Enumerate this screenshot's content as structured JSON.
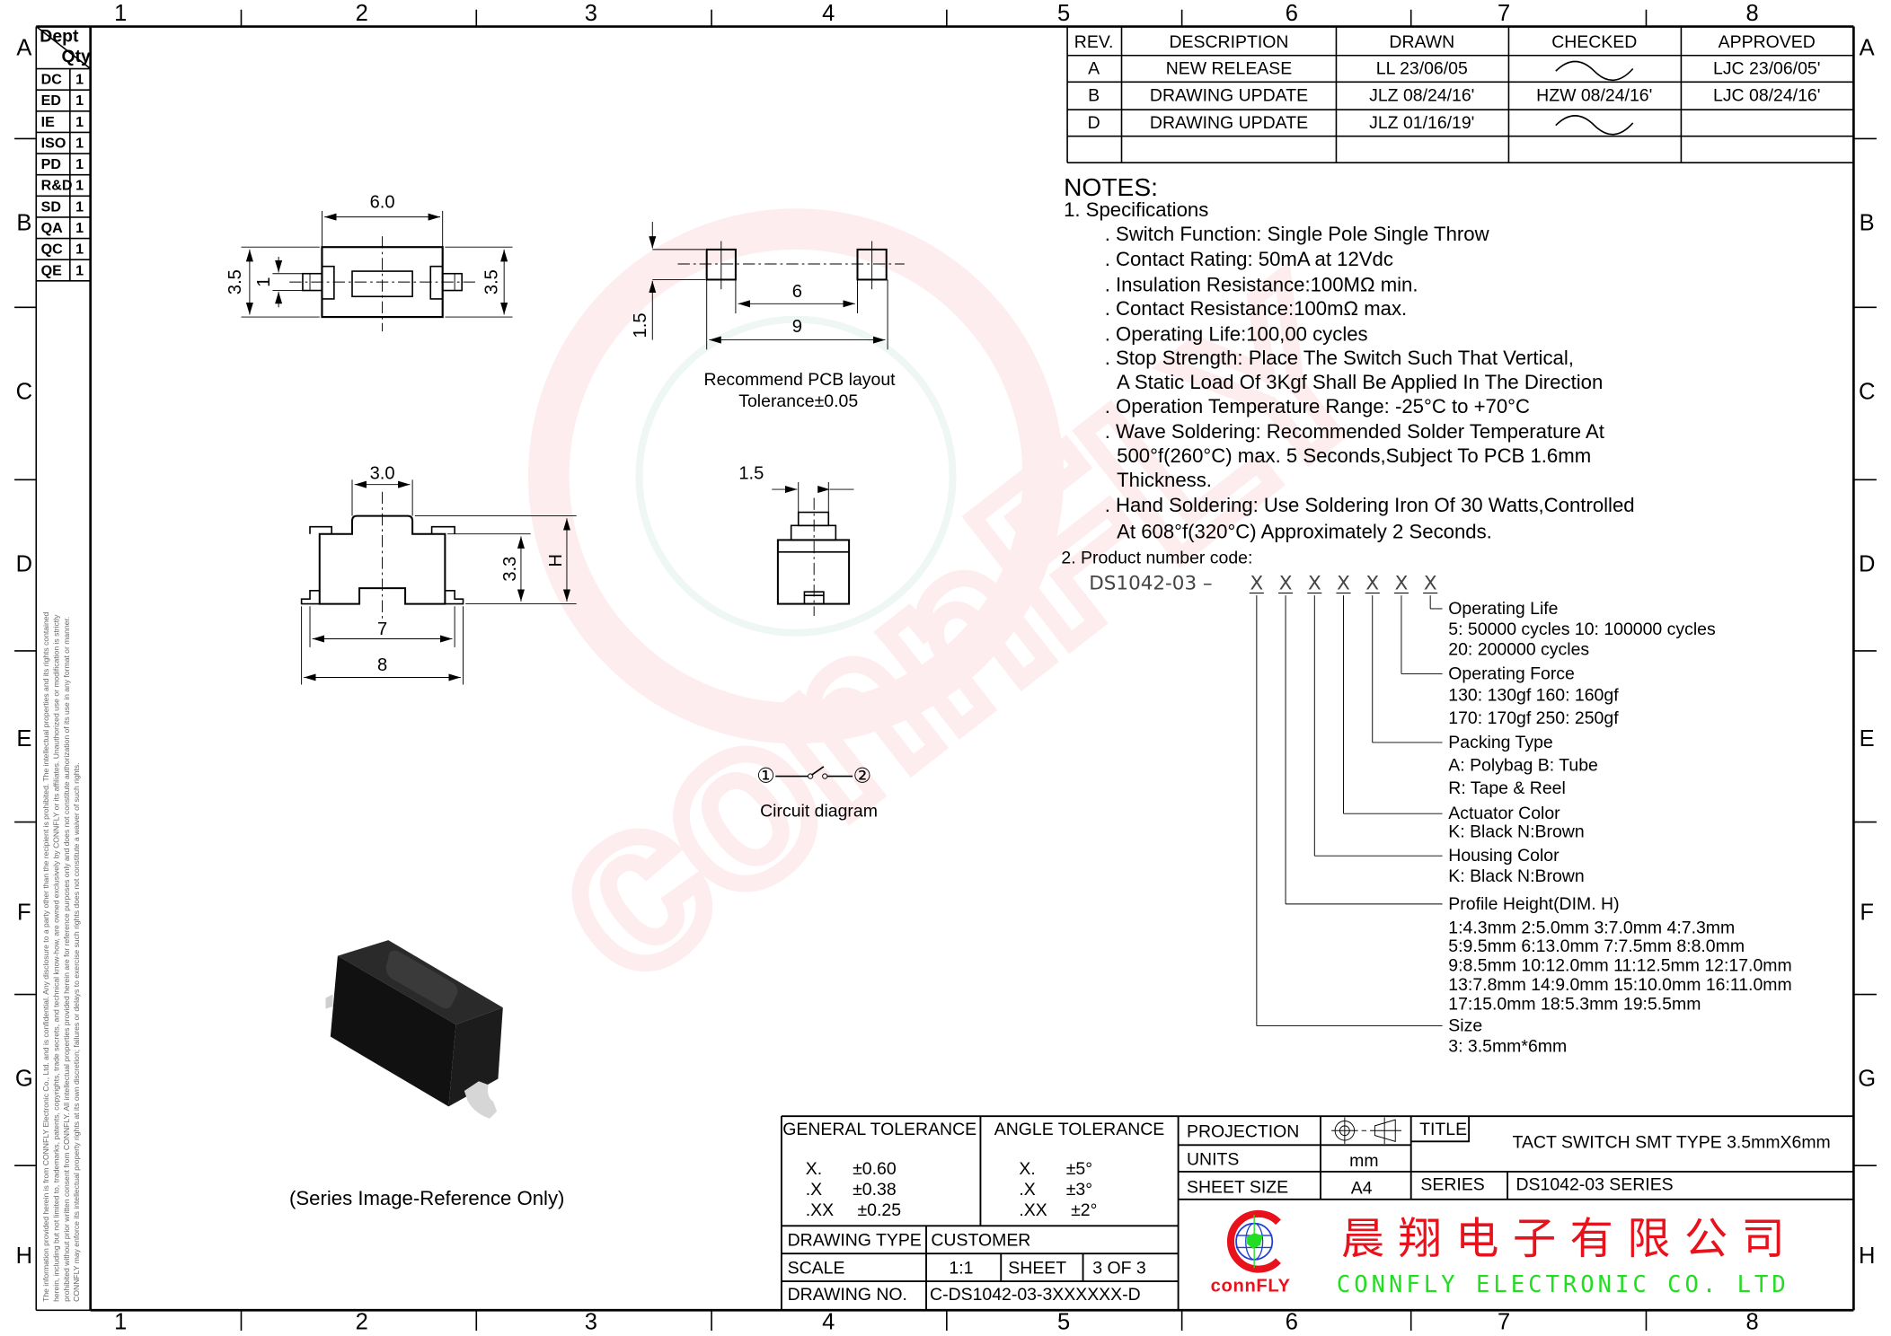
{
  "zones": {
    "columns": [
      "1",
      "2",
      "3",
      "4",
      "5",
      "6",
      "7",
      "8"
    ],
    "rows": [
      "A",
      "B",
      "C",
      "D",
      "E",
      "F",
      "G",
      "H"
    ]
  },
  "dept_table": {
    "header_dept": "Dept",
    "header_qty": "Qty",
    "rows": [
      {
        "dept": "DC",
        "qty": "1"
      },
      {
        "dept": "ED",
        "qty": "1"
      },
      {
        "dept": "IE",
        "qty": "1"
      },
      {
        "dept": "ISO",
        "qty": "1"
      },
      {
        "dept": "PD",
        "qty": "1"
      },
      {
        "dept": "R&D",
        "qty": "1"
      },
      {
        "dept": "SD",
        "qty": "1"
      },
      {
        "dept": "QA",
        "qty": "1"
      },
      {
        "dept": "QC",
        "qty": "1"
      },
      {
        "dept": "QE",
        "qty": "1"
      }
    ]
  },
  "disclaimer": [
    "The information provided herein is from CONNFLY Electronic Co., Ltd. and is confidential. Any disclosure to a party other than the recipient is prohibited. The intellectual properties and its rights contained",
    "herein, including but not limited to, trademarks, patents, copyrights, trade secrets, and technical know-how, are owned exclusively by CONNFLY or its affiliates. Unauthorized use or modification is strictly",
    "prohibited without prior written consent from CONNFLY. All intellectual properties provided herein are for reference purposes only and does not constitute authorization of its use in any format or manner.",
    "CONNFLY may enforce its intellectual property rights at its own discretion; failures or delays to exercise such rights does not constitute a waiver of such rights."
  ],
  "revision_table": {
    "headers": [
      "REV.",
      "DESCRIPTION",
      "DRAWN",
      "CHECKED",
      "APPROVED"
    ],
    "rows": [
      {
        "rev": "A",
        "description": "NEW RELEASE",
        "drawn": "LL 23/06/05",
        "checked": "",
        "checked_signature": true,
        "approved": "LJC 23/06/05'"
      },
      {
        "rev": "B",
        "description": "DRAWING UPDATE",
        "drawn": "JLZ 08/24/16'",
        "checked": "HZW 08/24/16'",
        "checked_signature": false,
        "approved": "LJC 08/24/16'"
      },
      {
        "rev": "D",
        "description": "DRAWING UPDATE",
        "drawn": "JLZ 01/16/19'",
        "checked": "",
        "checked_signature": true,
        "approved": ""
      },
      {
        "rev": "",
        "description": "",
        "drawn": "",
        "checked": "",
        "checked_signature": false,
        "approved": ""
      }
    ]
  },
  "notes": {
    "title": "NOTES:",
    "section1": "1. Specifications",
    "items": [
      [
        ". Switch Function: Single Pole Single Throw"
      ],
      [
        ". Contact Rating: 50mA at 12Vdc"
      ],
      [
        ". Insulation Resistance:100MΩ min."
      ],
      [
        ". Contact Resistance:100mΩ max."
      ],
      [
        ". Operating Life:100,00 cycles"
      ],
      [
        ". Stop Strength: Place The Switch Such That Vertical,",
        "A Static Load Of 3Kgf Shall Be Applied In The Direction"
      ],
      [
        ". Operation Temperature Range: -25°C to +70°C"
      ],
      [
        ". Wave Soldering: Recommended Solder Temperature At",
        "500°f(260°C) max. 5 Seconds,Subject To PCB 1.6mm",
        "Thickness."
      ],
      [
        ". Hand Soldering: Use Soldering Iron Of 30 Watts,Controlled",
        "At 608°f(320°C) Approximately 2 Seconds."
      ]
    ],
    "section2": "2. Product number code:"
  },
  "product_code": {
    "prefix": "DS1042-03 –",
    "placeholders": [
      "X",
      "X",
      "X",
      "X",
      "X",
      "X",
      "X"
    ],
    "fields": [
      {
        "title": "Operating Life",
        "lines": [
          "5: 50000 cycles    10: 100000 cycles",
          "20: 200000 cycles"
        ]
      },
      {
        "title": "Operating Force",
        "lines": [
          "130: 130gf  160: 160gf",
          "170: 170gf  250: 250gf"
        ]
      },
      {
        "title": "Packing Type",
        "lines": [
          "A: Polybag   B: Tube",
          "R: Tape & Reel"
        ]
      },
      {
        "title": "Actuator Color",
        "lines": [
          "K: Black   N:Brown"
        ]
      },
      {
        "title": "Housing Color",
        "lines": [
          "K: Black   N:Brown"
        ]
      },
      {
        "title": "Profile Height(DIM. H)",
        "lines": [
          "1:4.3mm  2:5.0mm   3:7.0mm  4:7.3mm",
          "5:9.5mm  6:13.0mm  7:7.5mm  8:8.0mm",
          " 9:8.5mm   10:12.0mm  11:12.5mm 12:17.0mm",
          "13:7.8mm  14:9.0mm  15:10.0mm  16:11.0mm",
          "17:15.0mm  18:5.3mm  19:5.5mm"
        ]
      },
      {
        "title": "Size",
        "lines": [
          "3: 3.5mm*6mm"
        ]
      }
    ]
  },
  "drawings": {
    "top_view": {
      "width": "6.0",
      "height_left": "3.5",
      "terminal": "1",
      "height_right": "3.5"
    },
    "pcb_layout": {
      "pad": "1.5",
      "inner": "6",
      "outer": "9",
      "caption": "Recommend PCB layout",
      "tolerance": "Tolerance±0.05"
    },
    "side_view": {
      "actuator": "3.0",
      "body_height": "3.3",
      "total_height": "H",
      "inner_width": "7",
      "outer_width": "8"
    },
    "front_view": {
      "actuator": "1.5"
    },
    "circuit": {
      "pin1": "①",
      "pin2": "②",
      "caption": "Circuit diagram"
    },
    "photo_caption": "(Series Image-Reference Only)"
  },
  "title_block": {
    "general_tolerance_label": "GENERAL TOLERANCE",
    "general_tolerance": [
      {
        "key": "X.",
        "value": "±0.60"
      },
      {
        "key": ".X",
        "value": "±0.38"
      },
      {
        "key": ".XX",
        "value": "±0.25"
      }
    ],
    "angle_tolerance_label": "ANGLE TOLERANCE",
    "angle_tolerance": [
      {
        "key": "X.",
        "value": "±5°"
      },
      {
        "key": ".X",
        "value": "±3°"
      },
      {
        "key": ".XX",
        "value": "±2°"
      }
    ],
    "drawing_type_label": "DRAWING TYPE",
    "drawing_type": "CUSTOMER",
    "scale_label": "SCALE",
    "scale": "1:1",
    "sheet_label": "SHEET",
    "sheet": "3 OF 3",
    "drawing_no_label": "DRAWING NO.",
    "drawing_no": "C-DS1042-03-3XXXXXX-D",
    "projection_label": "PROJECTION",
    "units_label": "UNITS",
    "units": "mm",
    "sheet_size_label": "SHEET SIZE",
    "sheet_size": "A4",
    "title_label": "TITLE",
    "title": "TACT SWITCH SMT TYPE 3.5mmX6mm",
    "series_label": "SERIES",
    "series": "DS1042-03 SERIES"
  },
  "logo": {
    "wordmark": "connFLY",
    "chinese_name": "晨 翔 电 子 有 限 公 司",
    "english_name": "CONNFLY ELECTRONIC CO. LTD",
    "red": "#e8121c",
    "green": "#22dd22",
    "blue": "#1f3fd6"
  },
  "watermark": "connFLY"
}
